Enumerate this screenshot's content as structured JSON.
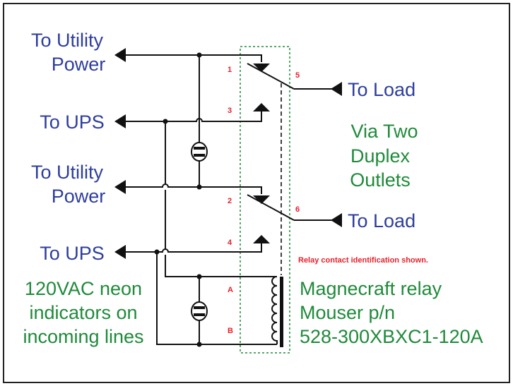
{
  "labels": {
    "utility_1": [
      "To Utility",
      "Power"
    ],
    "ups_1": "To UPS",
    "utility_2": [
      "To Utility",
      "Power"
    ],
    "ups_2": "To UPS",
    "load_1": "To Load",
    "load_2": "To Load",
    "outlets": [
      "Via Two",
      "Duplex",
      "Outlets"
    ],
    "neon": [
      "120VAC neon",
      "indicators on",
      "incoming lines"
    ],
    "relay": [
      "Magnecraft relay",
      "Mouser p/n",
      "528-300XBXC1-120A"
    ],
    "relay_note": "Relay contact identification shown."
  },
  "pins": {
    "p1": "1",
    "p2": "2",
    "p3": "3",
    "p4": "4",
    "p5": "5",
    "p6": "6",
    "pA": "A",
    "pB": "B"
  },
  "colors": {
    "blue": "#2e3e9c",
    "green": "#1f8a3a",
    "red": "#e8202a",
    "box": "#1f8a3a"
  }
}
